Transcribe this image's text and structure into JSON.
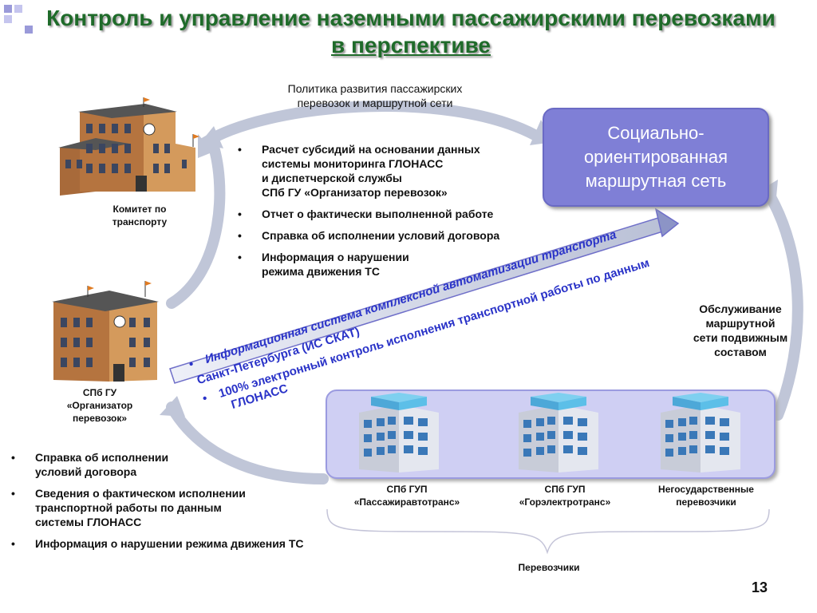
{
  "title": {
    "line1": "Контроль и управление наземными пассажирскими перевозками",
    "line2": "в перспективе"
  },
  "policy_caption": {
    "line1": "Политика  развития пассажирских",
    "line2": "перевозок и маршрутной сети"
  },
  "top_bullets": [
    {
      "lines": [
        "Расчет субсидий на основании данных",
        "системы мониторинга ГЛОНАСС",
        "и диспетчерской службы",
        "СПб ГУ «Организатор перевозок»"
      ]
    },
    {
      "lines": [
        "Отчет о фактически выполненной работе"
      ]
    },
    {
      "lines": [
        "Справка об исполнении условий договора"
      ]
    },
    {
      "lines": [
        "Информация о нарушении",
        "режима движения ТС"
      ]
    }
  ],
  "social_network_box": {
    "line1": "Социально-",
    "line2": "ориентированная",
    "line3": "маршрутная сеть"
  },
  "committee_label": {
    "line1": "Комитет по",
    "line2": "транспорту"
  },
  "organizer_label": {
    "line1": "СПб ГУ",
    "line2": "«Организатор",
    "line3": "перевозок»"
  },
  "arrow_text": {
    "item1_line1": "Информационная система комплексной автоматизации транспорта",
    "item1_line2": "Санкт-Петербурга (ИС СКАТ)",
    "item2_line1": "100% электронный контроль исполнения транспортной работы по данным",
    "item2_line2": "ГЛОНАСС"
  },
  "service_label": {
    "line1": "Обслуживание",
    "line2": "маршрутной",
    "line3": "сети подвижным",
    "line4": "составом"
  },
  "bottom_bullets": [
    {
      "lines": [
        "Справка об исполнении",
        "условий договора"
      ]
    },
    {
      "lines": [
        "Сведения о фактическом исполнении",
        "транспортной работы по данным",
        "системы ГЛОНАСС"
      ]
    },
    {
      "lines": [
        "Информация о нарушении режима  движения ТС"
      ]
    }
  ],
  "carriers": [
    {
      "line1": "СПб ГУП",
      "line2": "«Пассажиравтотранс»"
    },
    {
      "line1": "СПб ГУП",
      "line2": "«Горэлектротранс»"
    },
    {
      "line1": "Негосударственные",
      "line2": "перевозчики"
    }
  ],
  "carriers_group_label": "Перевозчики",
  "page_number": "13",
  "colors": {
    "title_green": "#1f6b2a",
    "accent_blue": "#2a33c8",
    "box_purple": "#7f7fd6",
    "carrier_box": "#cfcff3",
    "arrow_gray": "#c8cfe0",
    "arrow_outline": "#6f6fc9"
  }
}
